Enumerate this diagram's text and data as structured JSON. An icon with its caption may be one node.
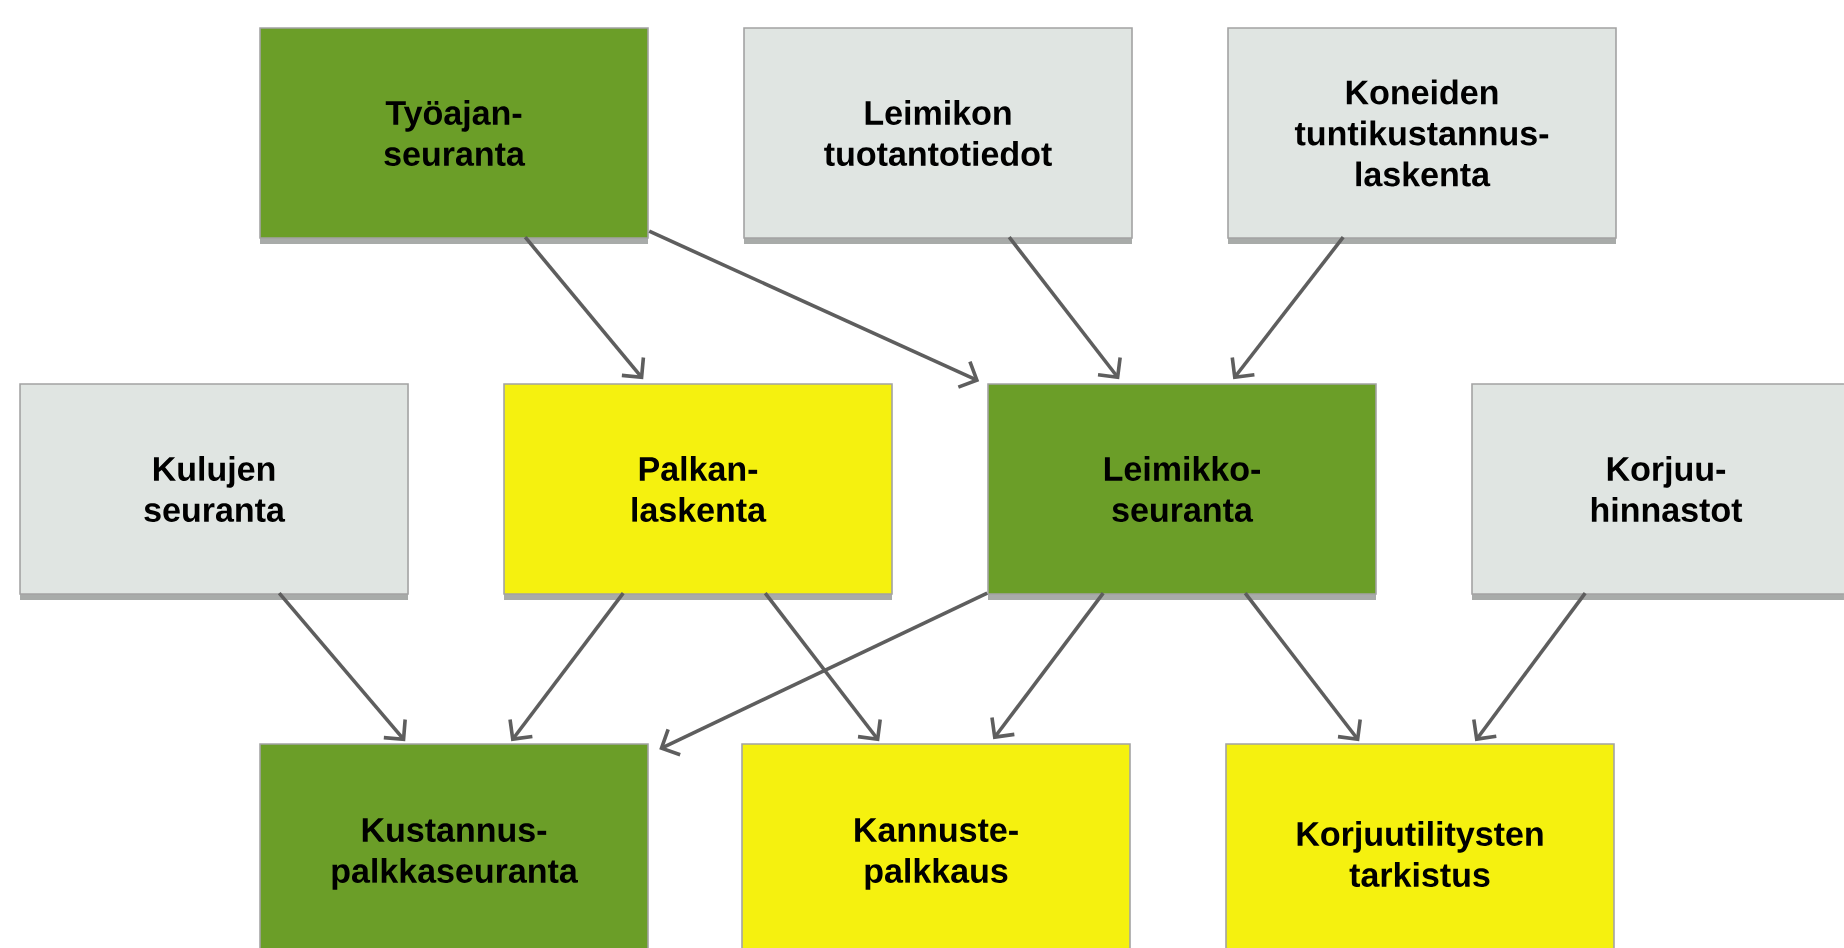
{
  "diagram": {
    "nodes": [
      {
        "text": [
          "Työajan- seuranta"
        ]
      },
      {
        "text": [
          "Leimikon tuotantotiedot"
        ]
      },
      {
        "text": [
          "Koneiden tuntikustannus- laskenta"
        ]
      },
      {
        "text": [
          "Kulujen seuranta"
        ]
      },
      {
        "text": [
          "Palkan- laskenta"
        ]
      },
      {
        "text": [
          "Leimikko- seuranta"
        ]
      },
      {
        "text": [
          "Korjuu- hinnastot"
        ]
      },
      {
        "text": [
          "Kustannus- palkkaseuranta"
        ]
      },
      {
        "text": [
          "Kannuste- palkkaus"
        ]
      },
      {
        "text": [
          "Korjuutilitysten tarkistus"
        ]
      }
    ],
    "edges": [
      {
        "from": 0,
        "to": 4,
        "arrow": "to"
      },
      {
        "from": 0,
        "to": 5,
        "arrow": "to"
      },
      {
        "from": 1,
        "to": 5,
        "arrow": "to"
      },
      {
        "from": 2,
        "to": 5,
        "arrow": "to"
      },
      {
        "from": 3,
        "to": 7,
        "arrow": "to"
      },
      {
        "from": 4,
        "to": 7,
        "arrow": "to"
      },
      {
        "from": 4,
        "to": 8,
        "arrow": "to"
      },
      {
        "from": 5,
        "to": 7,
        "arrow": "to"
      },
      {
        "from": 5,
        "to": 8,
        "arrow": "to"
      },
      {
        "from": 5,
        "to": 9,
        "arrow": "to"
      },
      {
        "from": 6,
        "to": 9,
        "arrow": "to"
      }
    ]
  }
}
